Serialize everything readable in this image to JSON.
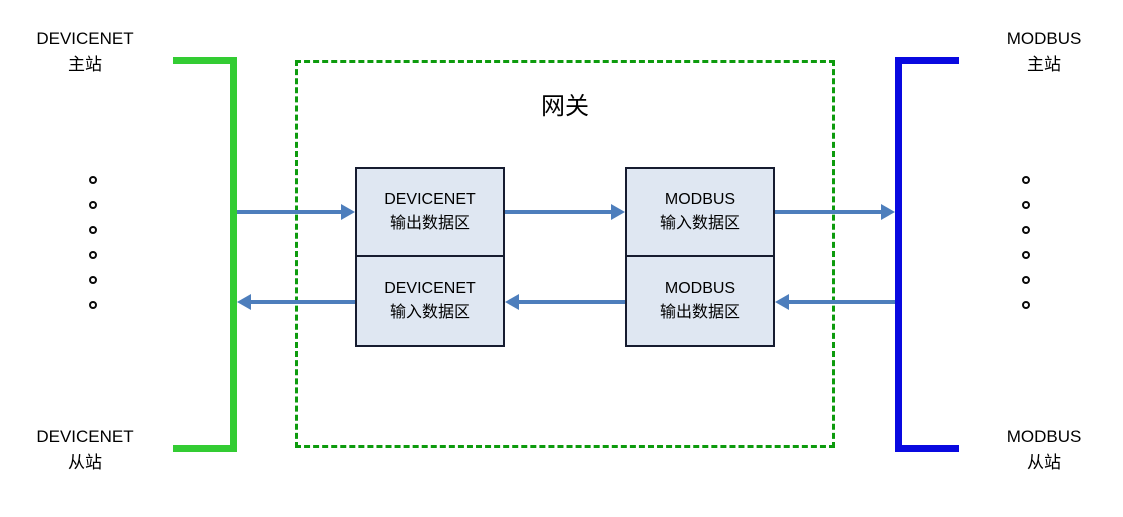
{
  "diagram": {
    "title": "网关",
    "stations": {
      "devicenet_master": [
        "DEVICENET",
        "主站"
      ],
      "devicenet_slave": [
        "DEVICENET",
        "从站"
      ],
      "modbus_master": [
        "MODBUS",
        "主站"
      ],
      "modbus_slave": [
        "MODBUS",
        "从站"
      ]
    },
    "gateway_boxes": {
      "devicenet_out": [
        "DEVICENET",
        "输出数据区"
      ],
      "devicenet_in": [
        "DEVICENET",
        "输入数据区"
      ],
      "modbus_in": [
        "MODBUS",
        "输入数据区"
      ],
      "modbus_out": [
        "MODBUS",
        "输出数据区"
      ]
    },
    "colors": {
      "devicenet_bus": "#33cc33",
      "modbus_bus": "#0909e0",
      "gateway_dash": "#0d9b0d",
      "arrow": "#4d7ebc",
      "box_fill": "#dfe7f2",
      "box_border": "#161c30"
    },
    "station_dot_count_per_side": 6
  }
}
